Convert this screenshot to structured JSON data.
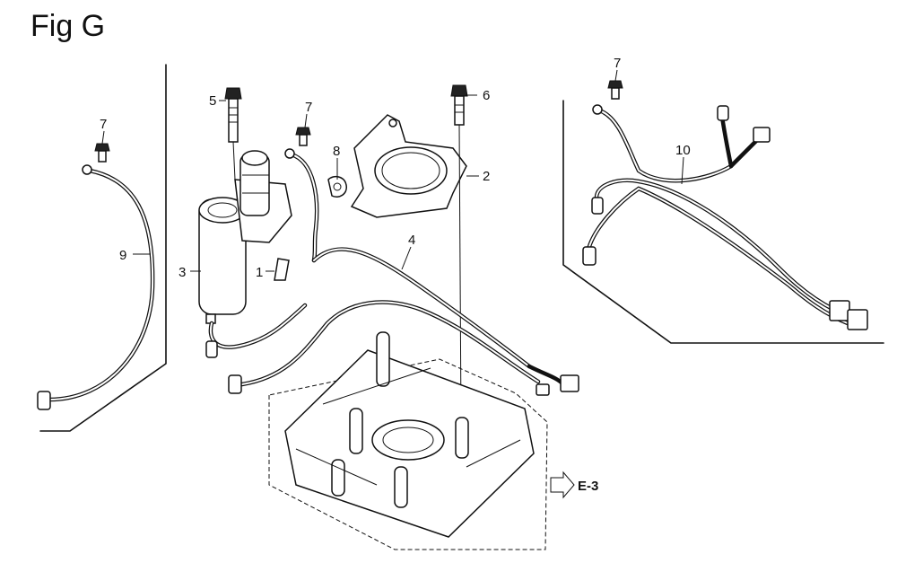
{
  "figure": {
    "title": "Fig G"
  },
  "callouts": [
    {
      "id": "p1",
      "label": "1"
    },
    {
      "id": "p2",
      "label": "2"
    },
    {
      "id": "p3",
      "label": "3"
    },
    {
      "id": "p4",
      "label": "4"
    },
    {
      "id": "p5",
      "label": "5"
    },
    {
      "id": "p6",
      "label": "6"
    },
    {
      "id": "p7a",
      "label": "7"
    },
    {
      "id": "p7b",
      "label": "7"
    },
    {
      "id": "p7c",
      "label": "7"
    },
    {
      "id": "p8",
      "label": "8"
    },
    {
      "id": "p9",
      "label": "9"
    },
    {
      "id": "p10",
      "label": "10"
    }
  ],
  "reference": {
    "label": "E-3"
  }
}
